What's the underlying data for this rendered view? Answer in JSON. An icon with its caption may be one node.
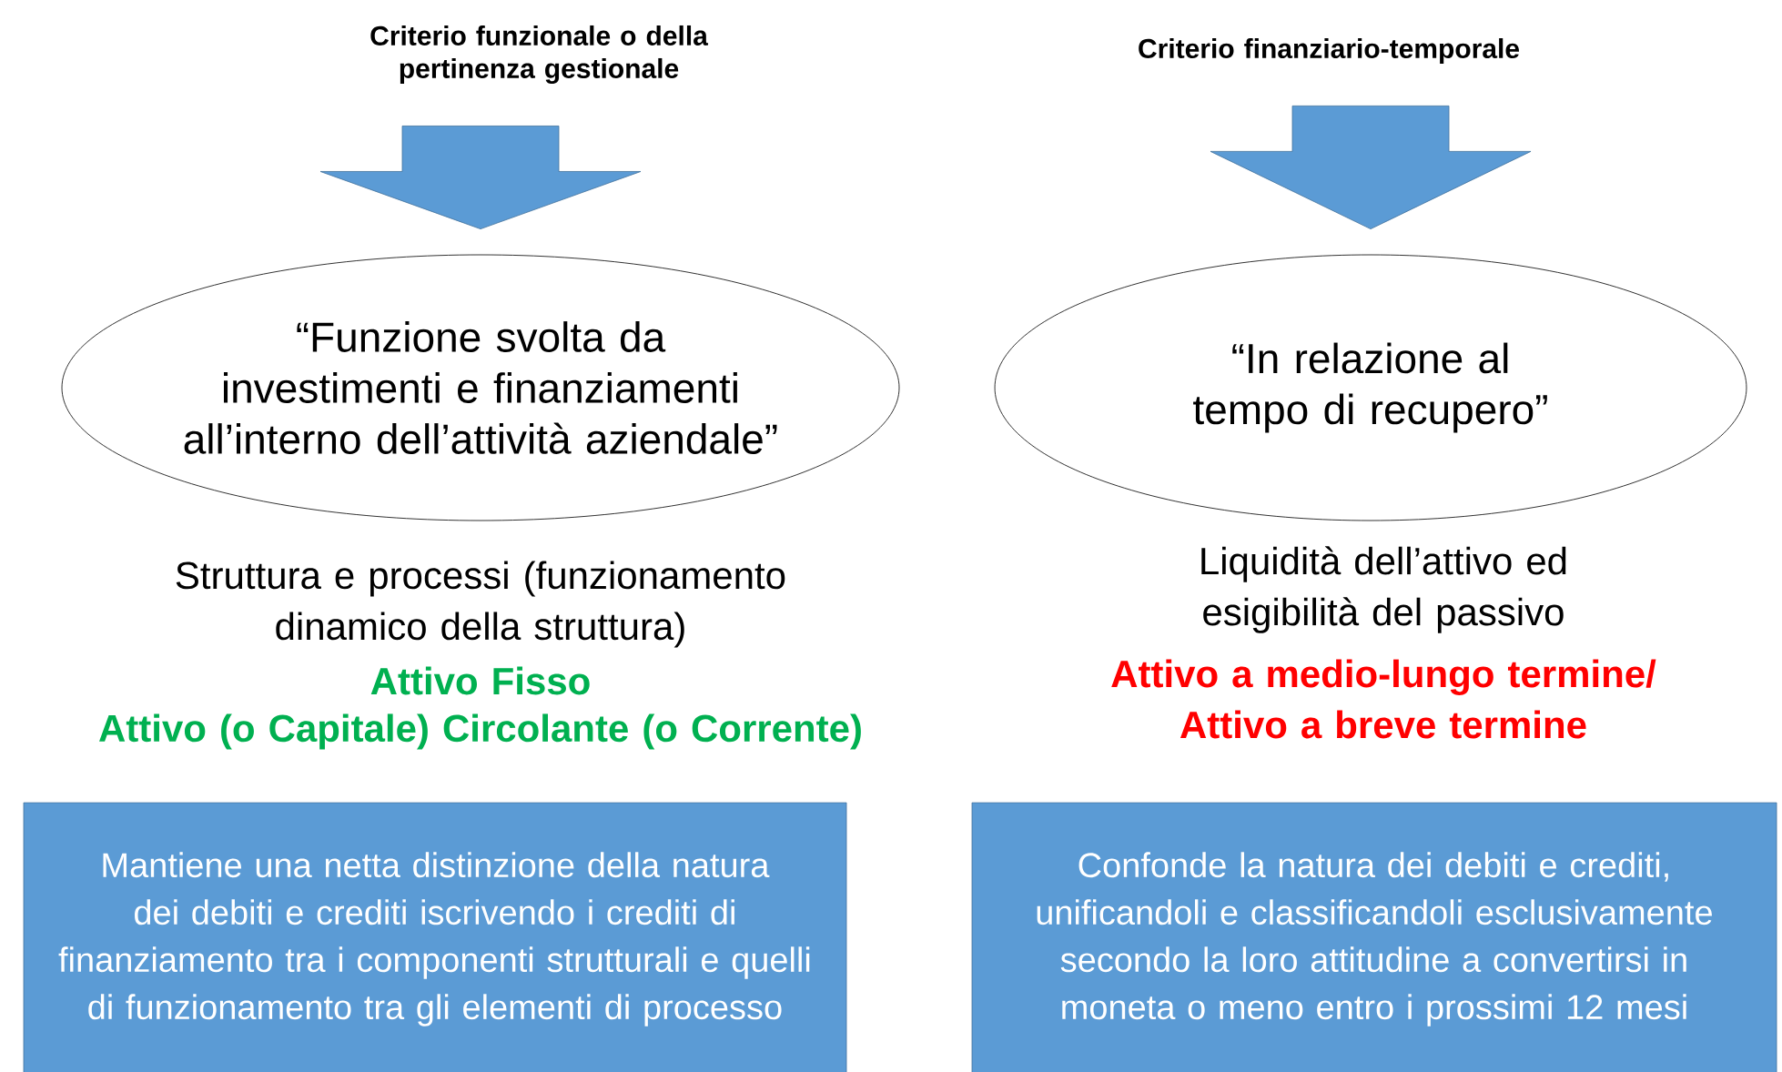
{
  "diagram": {
    "nodes": [
      {
        "text": [
          "Criterio funzionale o della pertinenza gestionale"
        ]
      },
      {
        "text": [
          "“Funzione svolta da investimenti e finanziamenti all’interno dell’attività aziendale”"
        ]
      },
      {
        "text": [
          "Criterio finanziario-temporale"
        ]
      },
      {
        "text": [
          "“In relazione al tempo di recupero”"
        ]
      },
      {
        "text": [
          "Mantiene una netta distinzione della natura dei debiti e crediti iscrivendo i crediti di finanziamento tra i componenti strutturali e quelli di funzionamento tra gli elementi di processo"
        ]
      },
      {
        "text": [
          "Confonde la natura dei debiti e crediti, unificandoli e classificandoli esclusivamente secondo la loro attitudine a convertirsi in moneta o meno entro i prossimi 12 mesi"
        ]
      }
    ],
    "edges": [
      {
        "from": 0,
        "to": 1,
        "arrow": "to"
      },
      {
        "from": 2,
        "to": 3,
        "arrow": "to"
      }
    ],
    "labels": [
      "Struttura e processi (funzionamento dinamico della struttura)",
      "Attivo Fisso",
      "Attivo (o Capitale) Circolante (o Corrente)",
      "Liquidità dell’attivo ed esigibilità del passivo",
      "Attivo a medio-lungo termine/ Attivo a breve termine"
    ]
  }
}
